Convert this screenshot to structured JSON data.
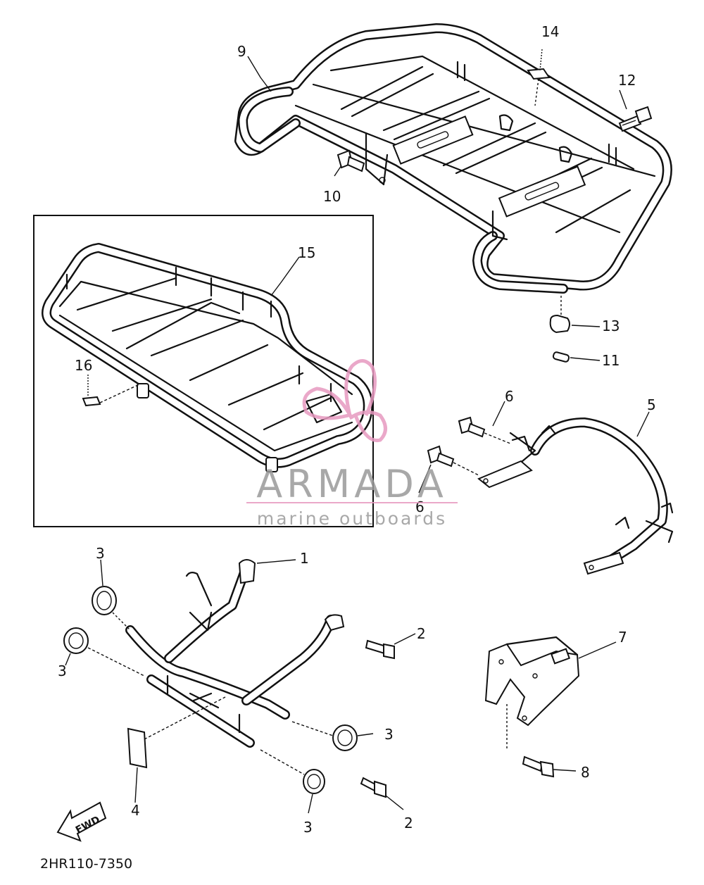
{
  "diagram": {
    "part_labels": {
      "p1": "1",
      "p2a": "2",
      "p2b": "2",
      "p3a": "3",
      "p3b": "3",
      "p3c": "3",
      "p3d": "3",
      "p4": "4",
      "p5": "5",
      "p6a": "6",
      "p6b": "6",
      "p7": "7",
      "p8": "8",
      "p9": "9",
      "p10": "10",
      "p11": "11",
      "p12": "12",
      "p13": "13",
      "p14": "14",
      "p15": "15",
      "p16": "16"
    },
    "fwd_label": "FWD",
    "code": "2HR110-7350"
  },
  "watermark": {
    "title": "ARMADA",
    "subtitle": "marine outboards",
    "color": "#e79ac0",
    "text_color": "#9a9a9a"
  }
}
